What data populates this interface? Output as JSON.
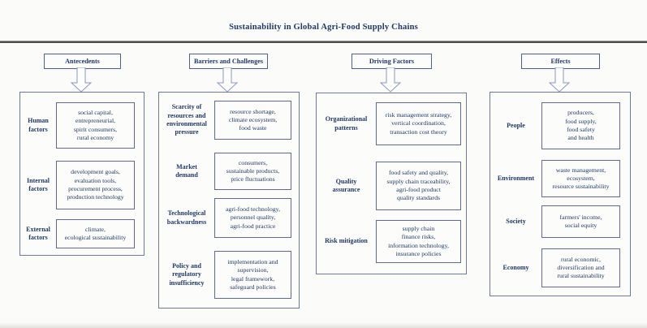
{
  "title": "Sustainability in Global Agri-Food Supply Chains",
  "colors": {
    "text": "#1f3864",
    "inner_border": "#5d6b8c",
    "panel_border": "#6b7a99",
    "divider": "#4b4b4b",
    "background": "#fbfbf9"
  },
  "columns": [
    {
      "header": "Antecedents",
      "rows": [
        {
          "label": "Human\nfactors",
          "items": "social capital,\nentrepreneurial,\nspirit consumers,\nrural economy"
        },
        {
          "label": "Internal\nfactors",
          "items": "development goals,\nevaluation tools,\nprocurement process,\nproduction technology"
        },
        {
          "label": "External\nfactors",
          "items": "climate,\necological sustainability"
        }
      ]
    },
    {
      "header": "Barriers and Challenges",
      "rows": [
        {
          "label": "Scarcity of\nresources and\nenvironmental\npressure",
          "items": "resource shortage,\nclimate ecosystem,\nfood waste"
        },
        {
          "label": "Market\ndemand",
          "items": "consumers,\nsustainable products,\nprice fluctuations"
        },
        {
          "label": "Technological\nbackwardness",
          "items": "agri-food technology,\npersonnel quality,\nagri-food practice"
        },
        {
          "label": "Policy and\nregulatory\ninsufficiency",
          "items": "implementation and\nsupervision,\nlegal framework,\nsafeguard policies"
        }
      ]
    },
    {
      "header": "Driving Factors",
      "rows": [
        {
          "label": "Organizational\npatterns",
          "items": "risk management strategy,\nvertical coordination,\ntransaction cost theory"
        },
        {
          "label": "Quality\nassurance",
          "items": "food safety and quality,\nsupply chain traceability,\nagri-food product\nquality standards"
        },
        {
          "label": "Risk mitigation",
          "items": "supply chain\nfinance risks,\ninformation technology,\ninsurance policies"
        }
      ]
    },
    {
      "header": "Effects",
      "rows": [
        {
          "label": "People",
          "items": "producers,\nfood supply,\nfood safety\nand health"
        },
        {
          "label": "Environment",
          "items": "waste management,\necosystem,\nresource sustainability"
        },
        {
          "label": "Society",
          "items": "farmers' income,\nsocial equity"
        },
        {
          "label": "Economy",
          "items": "rural economic,\ndiversification and\nrural sustainability"
        }
      ]
    }
  ]
}
